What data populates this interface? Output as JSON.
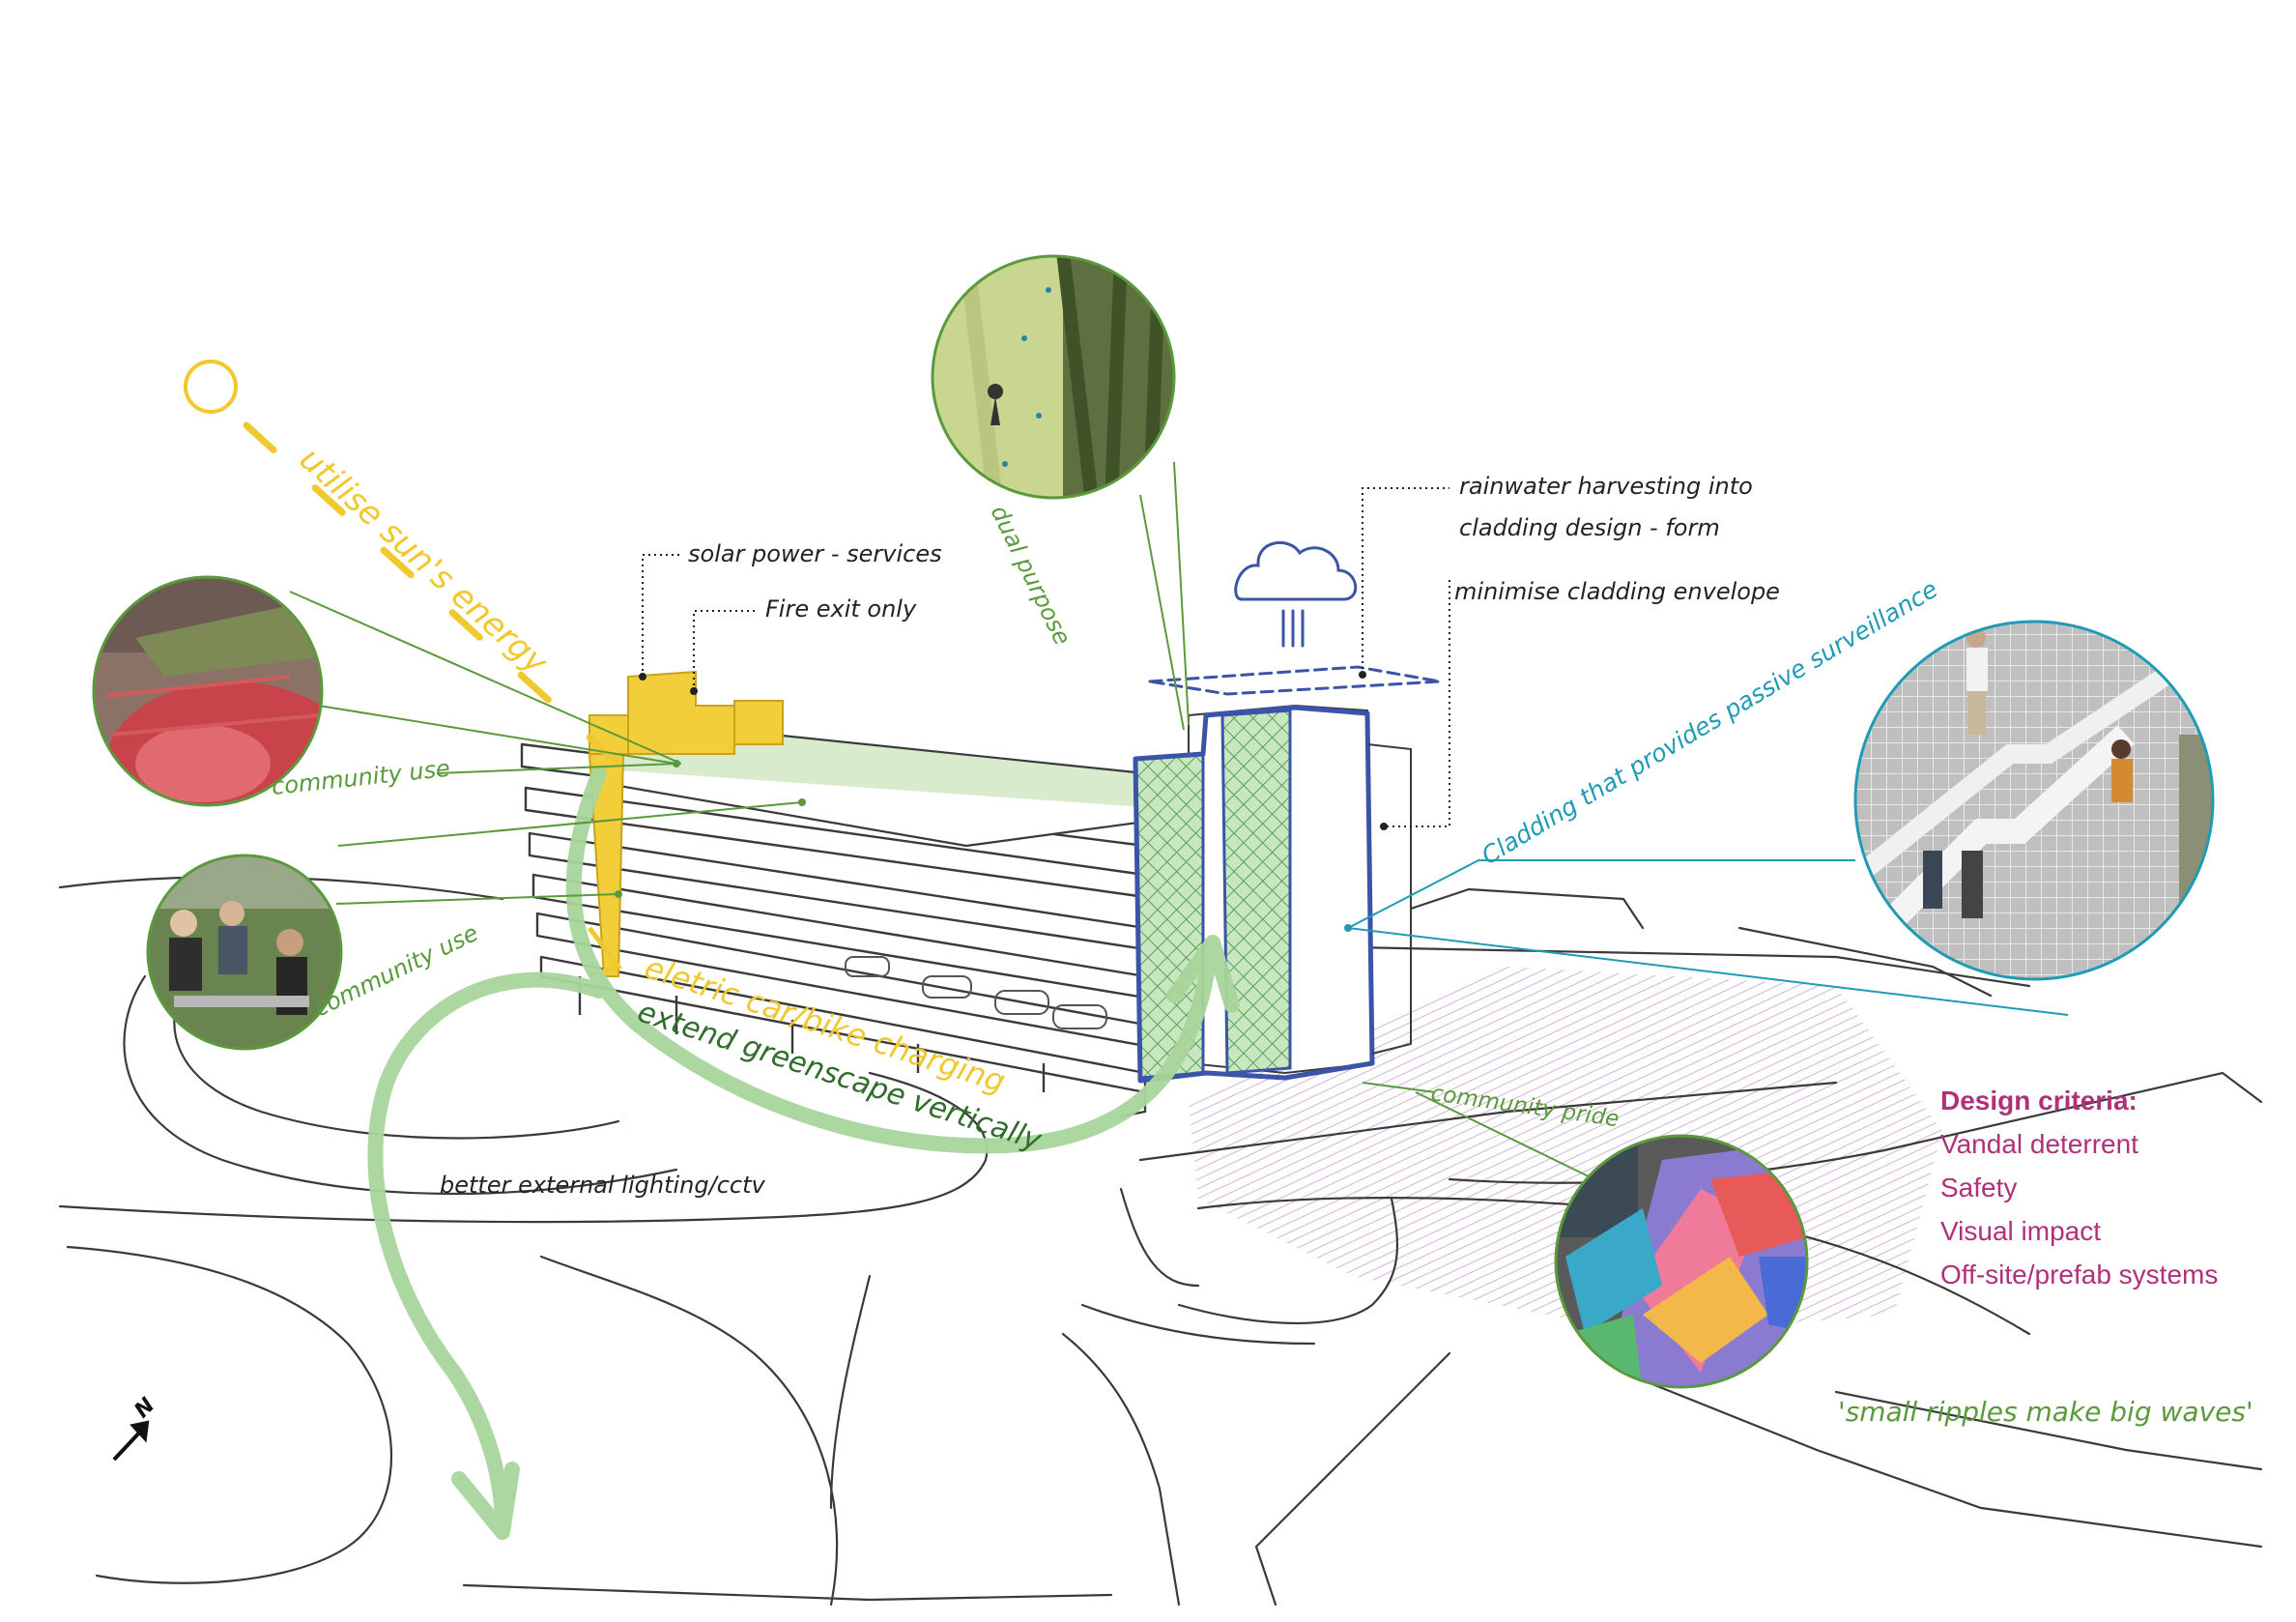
{
  "annotations": {
    "sun_label": "utilise sun's energy",
    "solar": "solar power - services",
    "fire_exit": "Fire exit only",
    "community_use_1": "community use",
    "community_use_2": "community use",
    "dual_purpose": "dual purpose",
    "rain_line1": "rainwater harvesting into",
    "rain_line2": "cladding design  - form",
    "minimise": "minimise cladding envelope",
    "cladding_surveillance": "Cladding that provides passive surveillance",
    "charging": "eletric car/bike charging",
    "greenscape": "extend greenscape vertically",
    "lighting": "better external lighting/cctv",
    "community_pride": "community pride",
    "motto": "'small ripples make big waves'",
    "north": "N"
  },
  "criteria": {
    "heading": "Design criteria:",
    "items": [
      "Vandal deterrent",
      "Safety",
      "Visual impact",
      "Off-site/prefab systems"
    ]
  },
  "colors": {
    "sun": "#f0c830",
    "green": "#5a9a3c",
    "green_fill": "#a9d59b",
    "blue_cladding": "#3a55a8",
    "teal": "#1f9bb5",
    "magenta": "#b0307a",
    "sketch": "#3a3a3a",
    "hatch_purple": "#c49ad0"
  },
  "photos": [
    {
      "name": "climbing-wall-photo"
    },
    {
      "name": "red-rooftop-court-photo"
    },
    {
      "name": "people-seating-photo"
    },
    {
      "name": "stairwell-mesh-photo"
    },
    {
      "name": "painted-plaza-photo"
    }
  ]
}
